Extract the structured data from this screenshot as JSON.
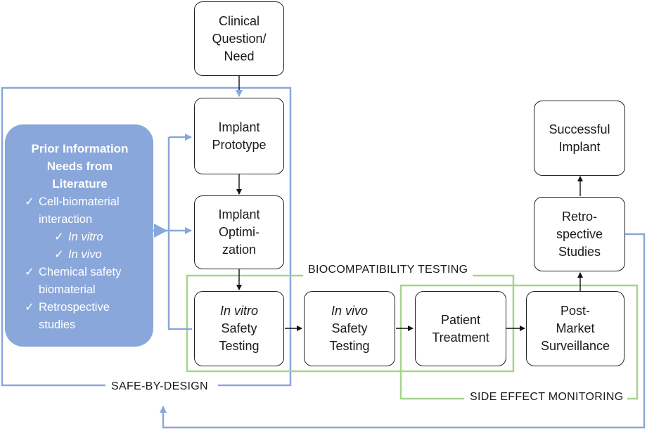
{
  "boxes": {
    "clinical": {
      "lines": [
        "Clinical",
        "Question/",
        "Need"
      ]
    },
    "prototype": {
      "lines": [
        "Implant",
        "Prototype"
      ]
    },
    "optimization": {
      "lines": [
        "Implant",
        "Optimi-",
        "zation"
      ]
    },
    "invitro": {
      "italic": "In vitro",
      "lines": [
        "Safety",
        "Testing"
      ]
    },
    "invivo": {
      "italic": "In vivo",
      "lines": [
        "Safety",
        "Testing"
      ]
    },
    "patient": {
      "lines": [
        "Patient",
        "Treatment"
      ]
    },
    "postmarket": {
      "lines": [
        "Post-",
        "Market",
        "Surveillance"
      ]
    },
    "retro": {
      "lines": [
        "Retro-",
        "spective",
        "Studies"
      ]
    },
    "successful": {
      "lines": [
        "Successful",
        "Implant"
      ]
    }
  },
  "prior": {
    "title": [
      "Prior Information",
      "Needs from",
      "Literature"
    ],
    "check": "✓",
    "items": {
      "cell": [
        "Cell-biomaterial",
        "interaction"
      ],
      "invitro": "In vitro",
      "invivo": "In vivo",
      "chemical": [
        "Chemical safety",
        "biomaterial"
      ],
      "retro": [
        "Retrospective",
        "studies"
      ]
    }
  },
  "labels": {
    "biocompat": "BIOCOMPATIBILITY TESTING",
    "safe": "SAFE-BY-DESIGN",
    "side": "SIDE EFFECT MONITORING"
  },
  "colors": {
    "blue": "#8aa7db",
    "green": "#a6d589",
    "box_border": "#222222"
  }
}
